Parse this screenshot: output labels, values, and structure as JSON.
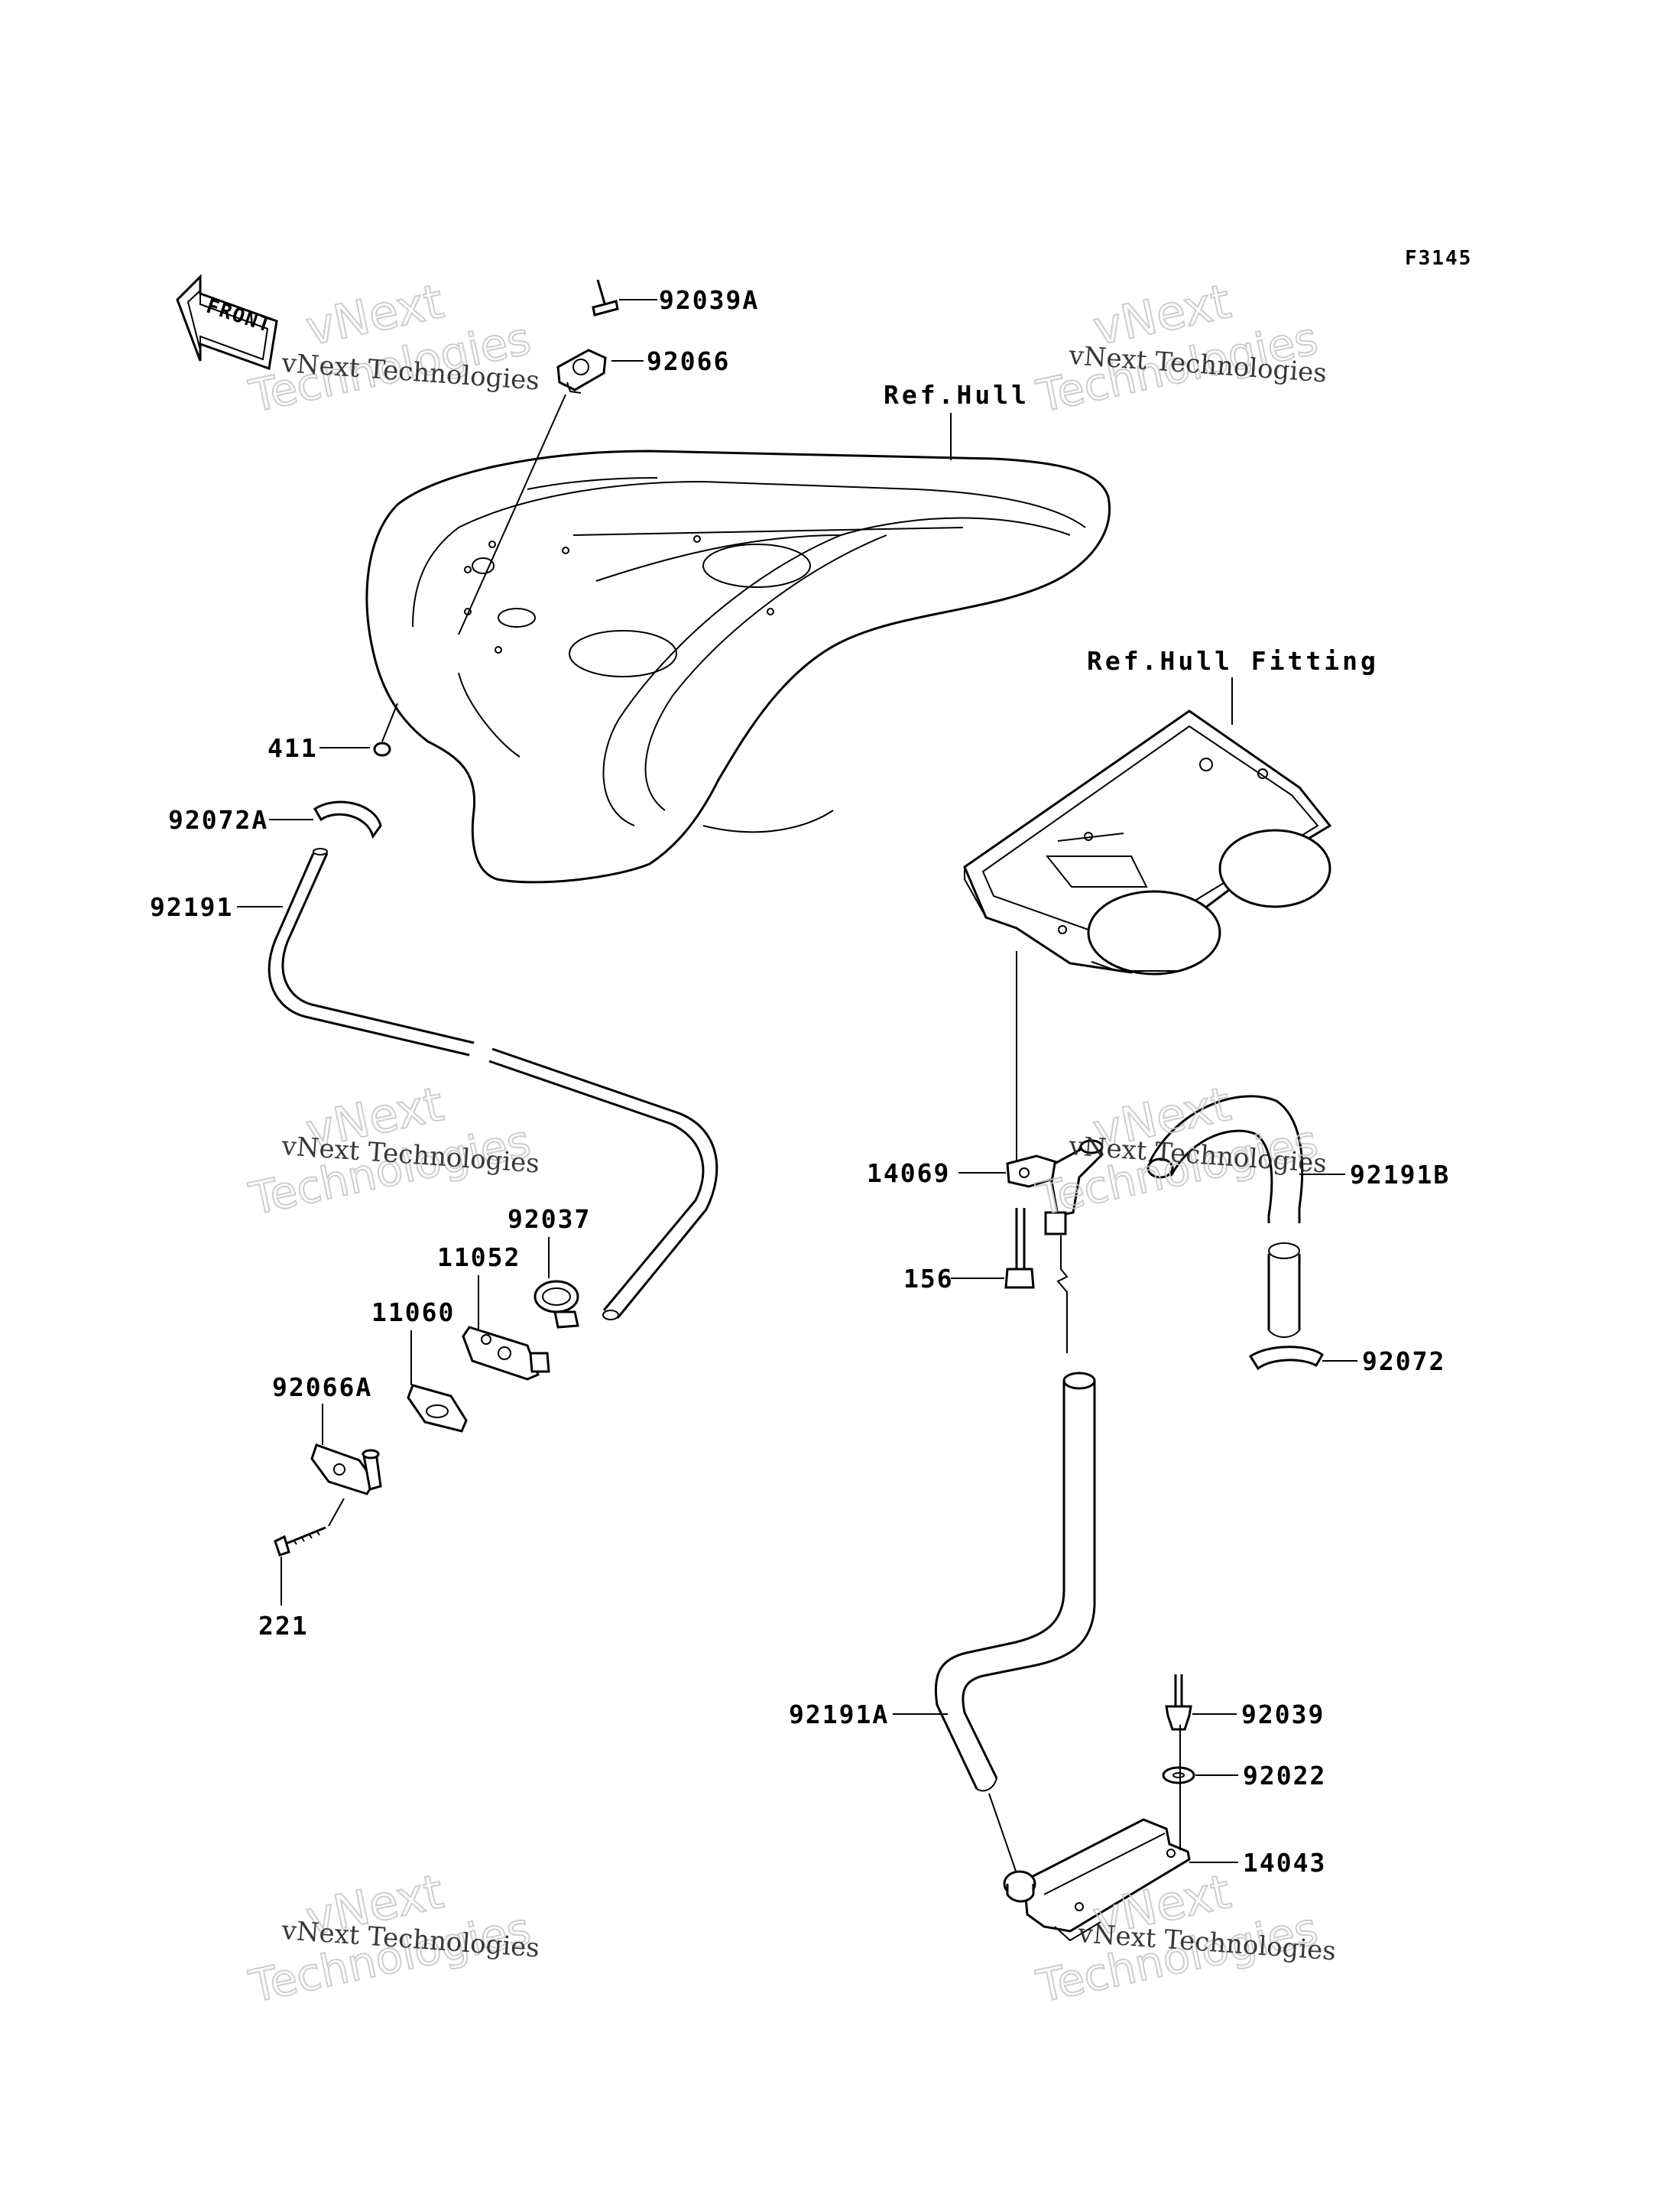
{
  "figure_code": "F3145",
  "front_badge": "FRONT",
  "ref_labels": {
    "hull": "Ref.Hull",
    "hull_fitting": "Ref.Hull Fitting"
  },
  "parts": {
    "p92039A": "92039A",
    "p92066": "92066",
    "p411": "411",
    "p92072A": "92072A",
    "p92191": "92191",
    "p92037": "92037",
    "p11052": "11052",
    "p11060": "11060",
    "p92066A": "92066A",
    "p221": "221",
    "p14069": "14069",
    "p156": "156",
    "p92191B": "92191B",
    "p92072": "92072",
    "p92191A": "92191A",
    "p92039": "92039",
    "p92022": "92022",
    "p14043": "14043"
  },
  "watermark": {
    "line1": "vNext Technologies",
    "line2": "vNext",
    "line3": "Technologies"
  }
}
